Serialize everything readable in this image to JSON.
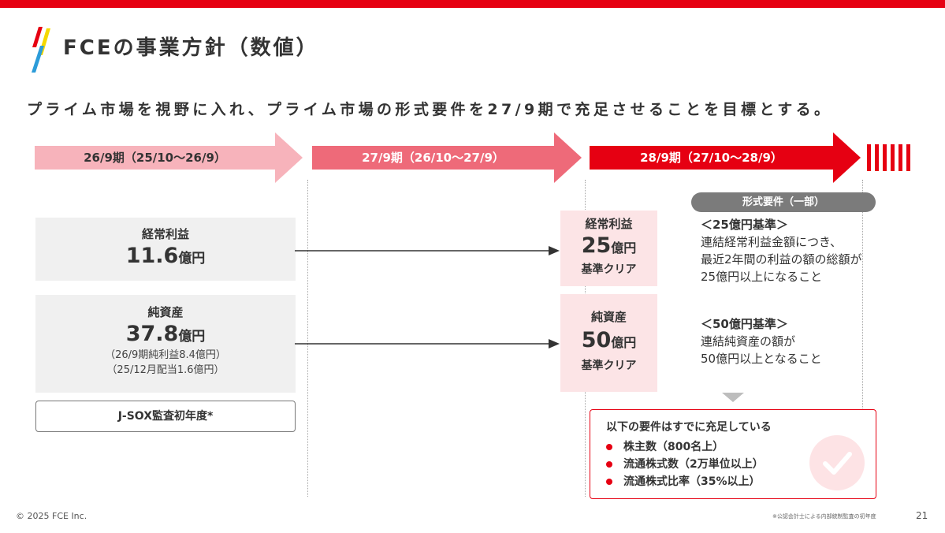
{
  "header": {
    "title": "FCEの事業方針（数値）",
    "subtitle": "プライム市場を視野に入れ、プライム市場の形式要件を27/9期で充足させることを目標とする。"
  },
  "periods": [
    {
      "label": "26/9期（25/10〜26/9）",
      "color": "#f7b3bb"
    },
    {
      "label": "27/9期（26/10〜27/9）",
      "color": "#ee6a79"
    },
    {
      "label": "28/9期（27/10〜28/9）",
      "color": "#e60012"
    }
  ],
  "current": {
    "ordinary_profit": {
      "label": "経常利益",
      "value": "11.6",
      "unit": "億円"
    },
    "net_assets": {
      "label": "純資産",
      "value": "37.8",
      "unit": "億円",
      "notes": [
        "（26/9期純利益8.4億円）",
        "（25/12月配当1.6億円）"
      ]
    },
    "jsox": "J-SOX監査初年度*"
  },
  "targets": {
    "ordinary_profit": {
      "label": "経常利益",
      "value": "25",
      "unit": "億円",
      "status": "基準クリア"
    },
    "net_assets": {
      "label": "純資産",
      "value": "50",
      "unit": "億円",
      "status": "基準クリア"
    }
  },
  "requirements": {
    "pill": "形式要件（一部）",
    "profit": {
      "head": "＜25億円基準＞",
      "lines": [
        "連結経常利益金額につき、",
        "最近2年間の利益の額の総額が",
        "25億円以上になること"
      ]
    },
    "assets": {
      "head": "＜50億円基準＞",
      "lines": [
        "連結純資産の額が",
        "50億円以上となること"
      ]
    }
  },
  "satisfied": {
    "title": "以下の要件はすでに充足している",
    "items": [
      "株主数（800名上）",
      "流通株式数（2万単位以上）",
      "流通株式比率（35%以上）"
    ]
  },
  "footer": {
    "copyright": "© 2025 FCE Inc.",
    "footnote": "※公認会計士による内部統制監査の初年度",
    "page": "21"
  },
  "colors": {
    "accent": "#e60012",
    "pink_light": "#f7b3bb",
    "pink_mid": "#ee6a79",
    "panel_gray": "#f0f0f0",
    "panel_pink": "#fce4e6"
  },
  "icons": {
    "logo": "slash-logo-icon",
    "check": "check-icon",
    "stripes": "stripes-icon"
  }
}
